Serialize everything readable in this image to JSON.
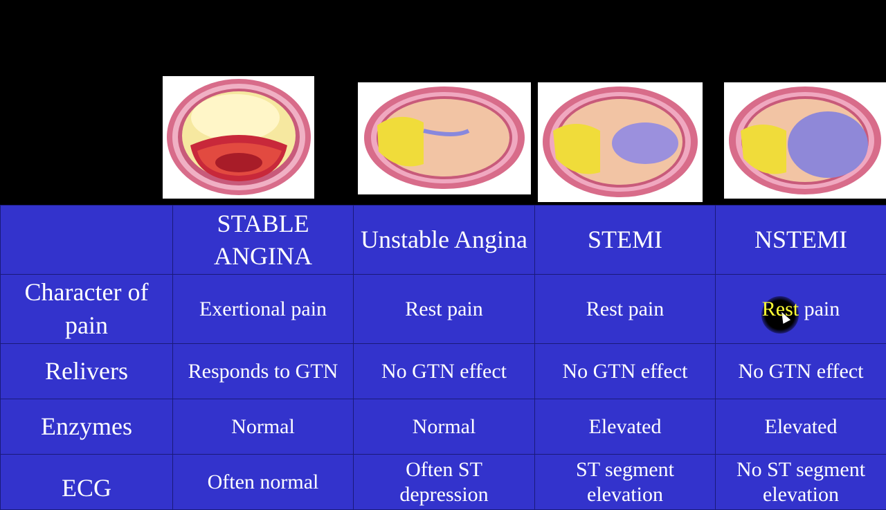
{
  "images": [
    {
      "name": "stable-angina-artery-image"
    },
    {
      "name": "unstable-angina-artery-image"
    },
    {
      "name": "stemi-artery-image"
    },
    {
      "name": "nstemi-artery-image"
    }
  ],
  "table": {
    "headers": [
      "",
      "STABLE ANGINA",
      "Unstable Angina",
      "STEMI",
      "NSTEMI"
    ],
    "rows": [
      {
        "label": "Character of pain",
        "cells": [
          "Exertional pain",
          "Rest pain",
          "Rest pain",
          "Rest pain"
        ]
      },
      {
        "label": "Relivers",
        "cells": [
          "Responds to GTN",
          "No GTN effect",
          "No GTN effect",
          "No GTN effect"
        ]
      },
      {
        "label": "Enzymes",
        "cells": [
          "Normal",
          "Normal",
          "Elevated",
          "Elevated"
        ]
      },
      {
        "label": "ECG",
        "cells": [
          "Often normal",
          "Often ST depression",
          "ST segment elevation",
          "No ST segment elevation"
        ]
      }
    ],
    "nstemi_pain_parts": [
      "Rest",
      " pain"
    ]
  },
  "colors": {
    "table_bg": "#3333cc",
    "page_bg": "#000000",
    "highlight": "#ffff33",
    "text": "#ffffff"
  }
}
